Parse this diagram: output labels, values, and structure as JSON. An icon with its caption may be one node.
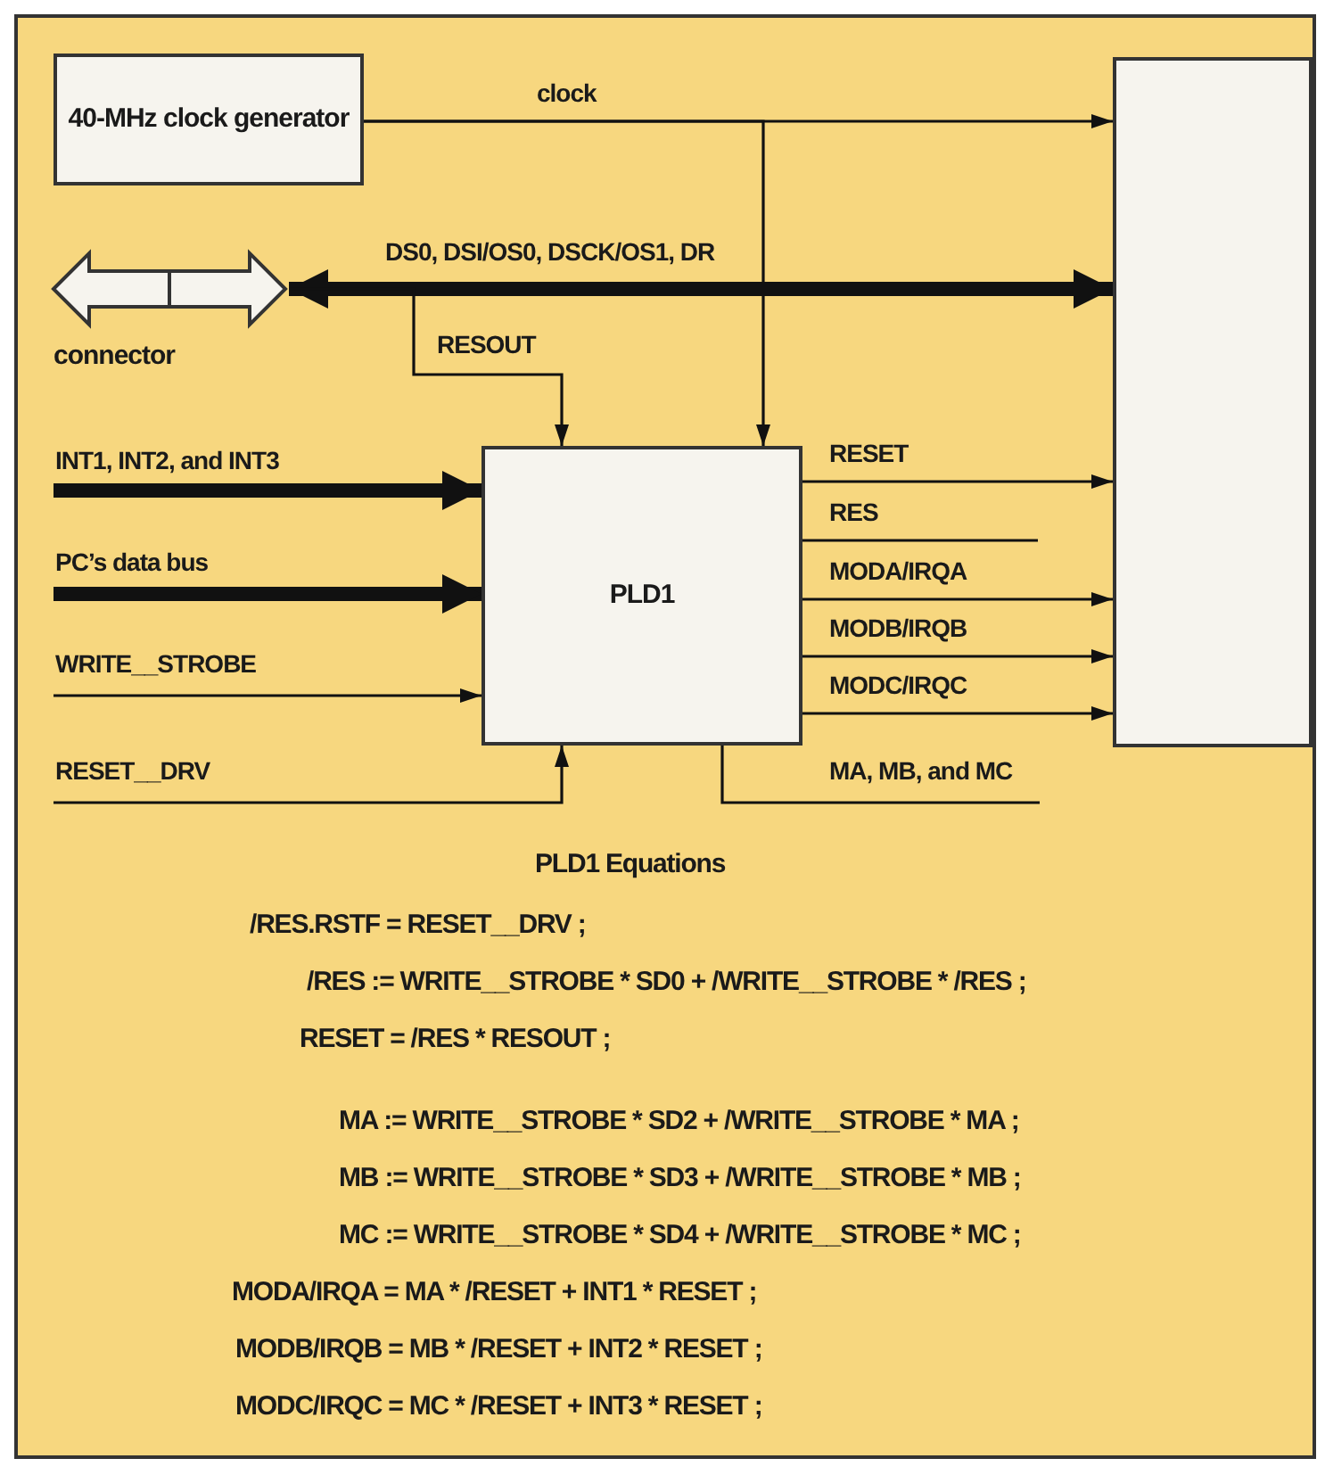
{
  "diagram": {
    "nodes": [
      {
        "text": [
          "40-MHz clock generator"
        ]
      },
      {
        "text": [
          "connector"
        ]
      },
      {
        "text": [],
        "shape": "box"
      },
      {
        "text": [
          "PLD1"
        ]
      }
    ],
    "edges": [
      {
        "from": 0,
        "to": 2,
        "arrow": "to",
        "label": "clock"
      },
      {
        "from": 0,
        "to": 3,
        "arrow": "to"
      },
      {
        "from": 1,
        "to": 2,
        "arrow": "both",
        "style": "thick",
        "label": "DS0, DSI/OS0, DSCK/OS1, DR"
      },
      {
        "from": 1,
        "to": 3,
        "arrow": "to",
        "label": "RESOUT"
      },
      {
        "from": null,
        "to": 3,
        "arrow": "to",
        "style": "thick",
        "label": "INT1, INT2, and INT3"
      },
      {
        "from": null,
        "to": 3,
        "arrow": "to",
        "style": "thick",
        "label": "PC’s data bus"
      },
      {
        "from": null,
        "to": 3,
        "arrow": "to",
        "label": "WRITE__STROBE"
      },
      {
        "from": null,
        "to": 3,
        "arrow": "to",
        "label": "RESET__DRV"
      },
      {
        "from": 3,
        "to": 2,
        "arrow": "to",
        "label": "RESET"
      },
      {
        "from": 3,
        "to": null,
        "arrow": "none",
        "label": "RES"
      },
      {
        "from": 3,
        "to": 2,
        "arrow": "to",
        "label": "MODA/IRQA"
      },
      {
        "from": 3,
        "to": 2,
        "arrow": "to",
        "label": "MODB/IRQB"
      },
      {
        "from": 3,
        "to": 2,
        "arrow": "to",
        "label": "MODC/IRQC"
      },
      {
        "from": 3,
        "to": null,
        "arrow": "none",
        "label": "MA, MB, and MC"
      }
    ],
    "labels": [
      "PLD1 Equations",
      "/RES.RSTF = RESET__DRV ;",
      "/RES := WRITE__STROBE * SD0 + /WRITE__STROBE * /RES ;",
      "RESET = /RES * RESOUT ;",
      "MA := WRITE__STROBE * SD2 + /WRITE__STROBE * MA ;",
      "MB := WRITE__STROBE * SD3 + /WRITE__STROBE * MB ;",
      "MC := WRITE__STROBE * SD4 + /WRITE__STROBE * MC ;",
      "MODA/IRQA = MA * /RESET + INT1 * RESET ;",
      "MODB/IRQB = MB * /RESET + INT2 * RESET ;",
      "MODC/IRQC = MC * /RESET + INT3 * RESET ;"
    ]
  }
}
